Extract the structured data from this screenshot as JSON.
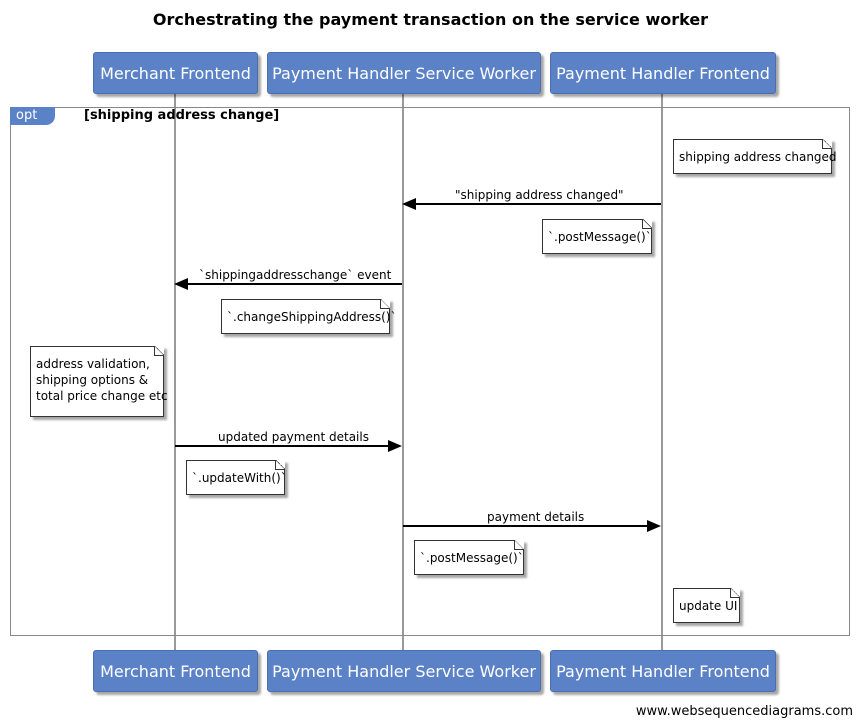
{
  "title": "Orchestrating the payment transaction on the service worker",
  "actors": [
    "Merchant Frontend",
    "Payment Handler Service Worker",
    "Payment Handler Frontend"
  ],
  "fragment": {
    "operator": "opt",
    "guard": "[shipping address change]"
  },
  "notes": {
    "shipping_changed": "shipping address changed",
    "postmessage_1": "`.postMessage()`",
    "change_shipping": "`.changeShippingAddress()`",
    "validation_1": "address validation,",
    "validation_2": "shipping options &",
    "validation_3": "total price change etc",
    "update_with": "`.updateWith()`",
    "postmessage_2": "`.postMessage()`",
    "update_ui": "update UI"
  },
  "messages": {
    "m1": "\"shipping address changed\"",
    "m2": "`shippingaddresschange` event",
    "m3": "updated payment details",
    "m4": "payment details"
  },
  "watermark": "www.websequencediagrams.com"
}
